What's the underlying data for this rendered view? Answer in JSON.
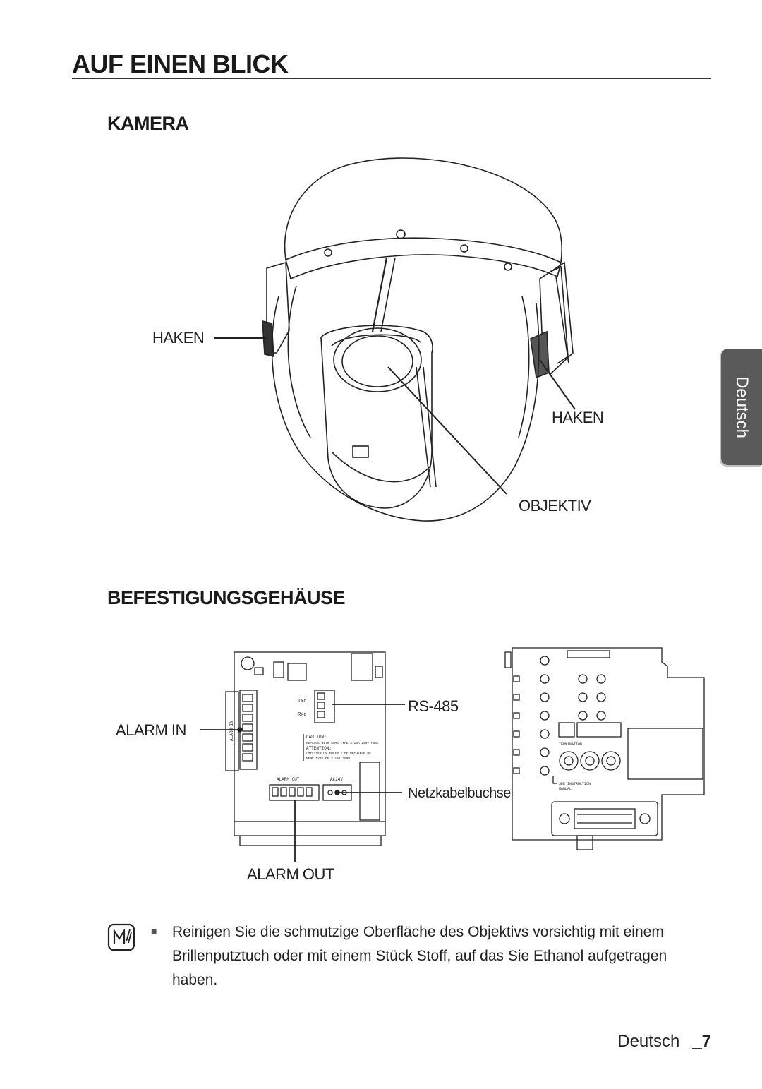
{
  "page": {
    "title": "AUF EINEN BLICK",
    "side_tab": "Deutsch"
  },
  "camera": {
    "heading": "KAMERA",
    "labels": {
      "hook_left": "HAKEN",
      "hook_right": "HAKEN",
      "lens": "OBJEKTIV"
    }
  },
  "housing": {
    "heading": "BEFESTIGUNGSGEHÄUSE",
    "labels": {
      "rs485": "RS-485",
      "alarm_in": "ALARM IN",
      "power": "Netzkabelbuchse",
      "alarm_out": "ALARM OUT"
    },
    "board_text": {
      "txd": "Txd",
      "rxd": "Rxd",
      "alarm_in_vert": "ALARM IN",
      "caution": "CAUTION:",
      "caution_line": "REPLACE WITH SAME TYPE 3.15A 250V FUSE",
      "attention": "ATTENTION:",
      "attention_line1": "UTILISER UN FUSIBLE DE RECHANGE DE",
      "attention_line2": "MEME TYPE DE 3.15A 250V",
      "alarm_out_small": "ALARM OUT",
      "ac24": "AC24V",
      "termination": "TERMINATION",
      "see_instruction": "SEE INSTRUCTION",
      "manual": "MANUAL"
    }
  },
  "note": {
    "line1": "Reinigen Sie die schmutzige Oberfläche des Objektivs vorsichtig mit einem",
    "line2": "Brillenputztuch oder mit einem Stück Stoff, auf das Sie Ethanol aufgetragen haben."
  },
  "footer": {
    "language": "Deutsch",
    "page_number": "_7"
  }
}
